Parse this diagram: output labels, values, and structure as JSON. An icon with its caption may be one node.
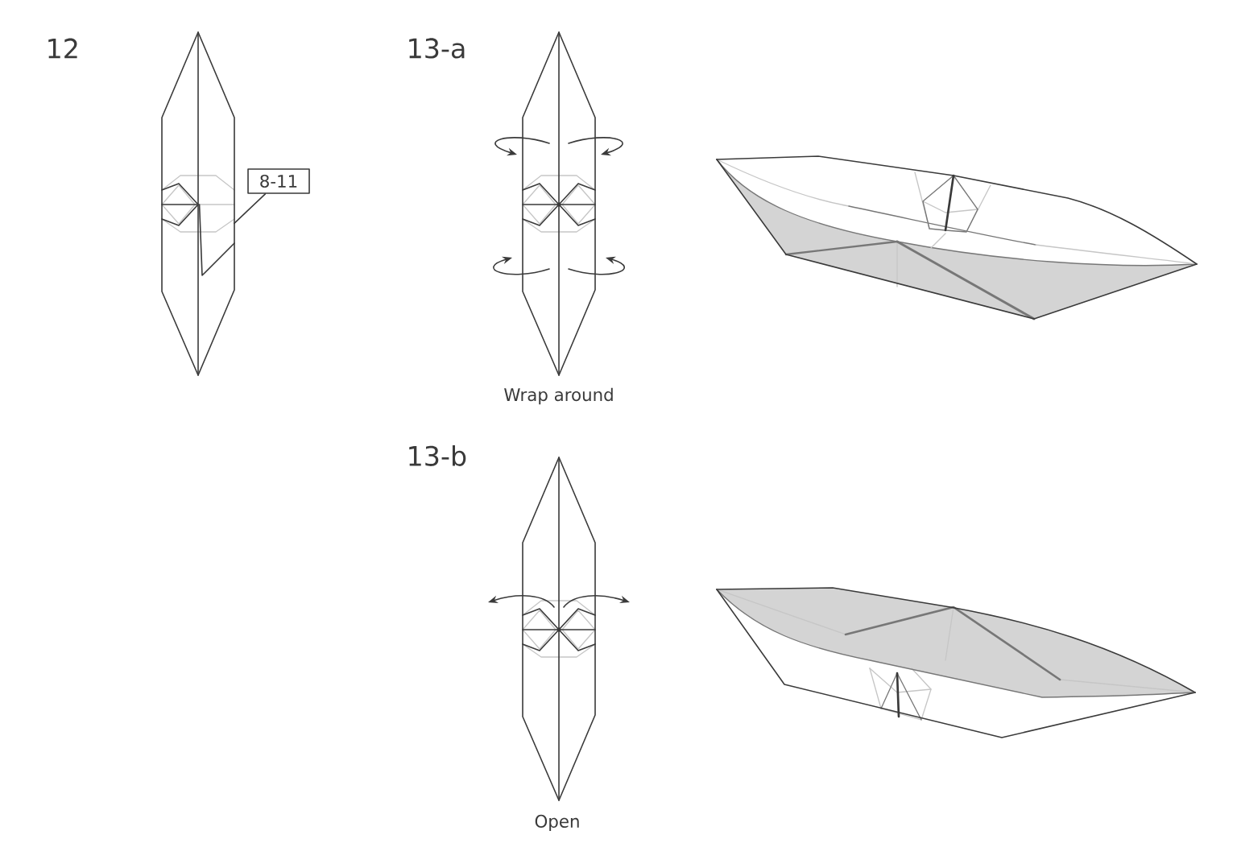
{
  "diagram": {
    "nodes": [
      {
        "text": [
          "8-11"
        ]
      },
      {
        "text": [],
        "shape": "picture"
      }
    ],
    "edges": [
      {
        "from": 0,
        "to": 1,
        "arrow": "none"
      }
    ],
    "labels": [
      "12",
      "13-a",
      "Wrap around",
      "13-b",
      "Open"
    ]
  }
}
